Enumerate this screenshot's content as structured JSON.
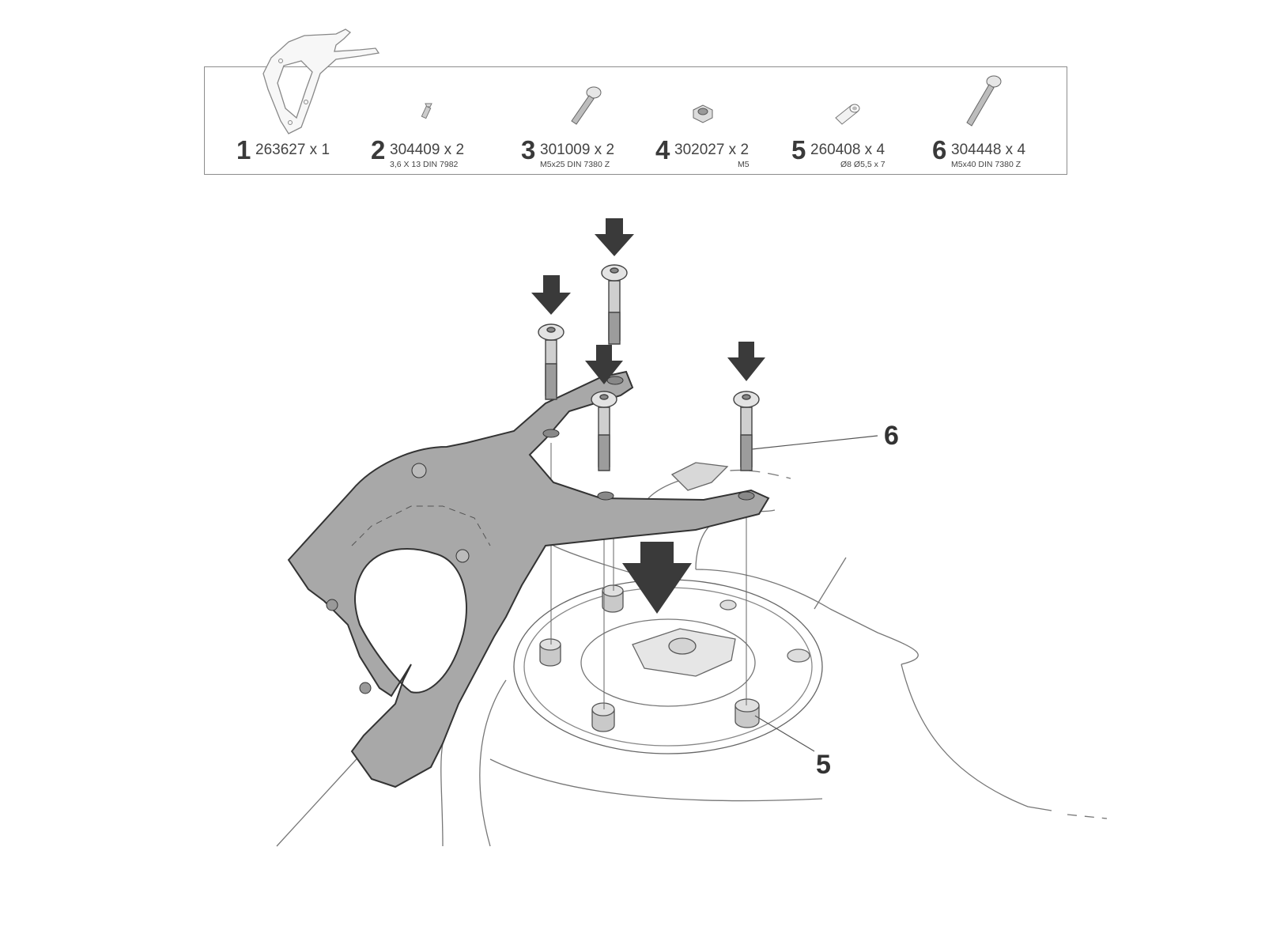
{
  "parts": [
    {
      "num": "1",
      "code": "263627 x 1",
      "spec": "",
      "icon": "tank-ring-bracket-icon"
    },
    {
      "num": "2",
      "code": "304409 x 2",
      "spec": "3,6 X 13 DIN 7982",
      "icon": "countersunk-screw-icon"
    },
    {
      "num": "3",
      "code": "301009 x 2",
      "spec": "M5x25 DIN 7380 Z",
      "icon": "button-head-bolt-icon"
    },
    {
      "num": "4",
      "code": "302027 x 2",
      "spec": "M5",
      "icon": "nut-icon"
    },
    {
      "num": "5",
      "code": "260408 x 4",
      "spec": "Ø8 Ø5,5 x 7",
      "icon": "spacer-icon"
    },
    {
      "num": "6",
      "code": "304448 x 4",
      "spec": "M5x40 DIN 7380 Z",
      "icon": "long-bolt-icon"
    }
  ],
  "callouts": {
    "bolt": "6",
    "spacer": "5"
  },
  "colors": {
    "bracket": "#a8a8a8",
    "arrow": "#3a3a3a",
    "line": "#6e6e6e",
    "border": "#8d8d8d"
  }
}
